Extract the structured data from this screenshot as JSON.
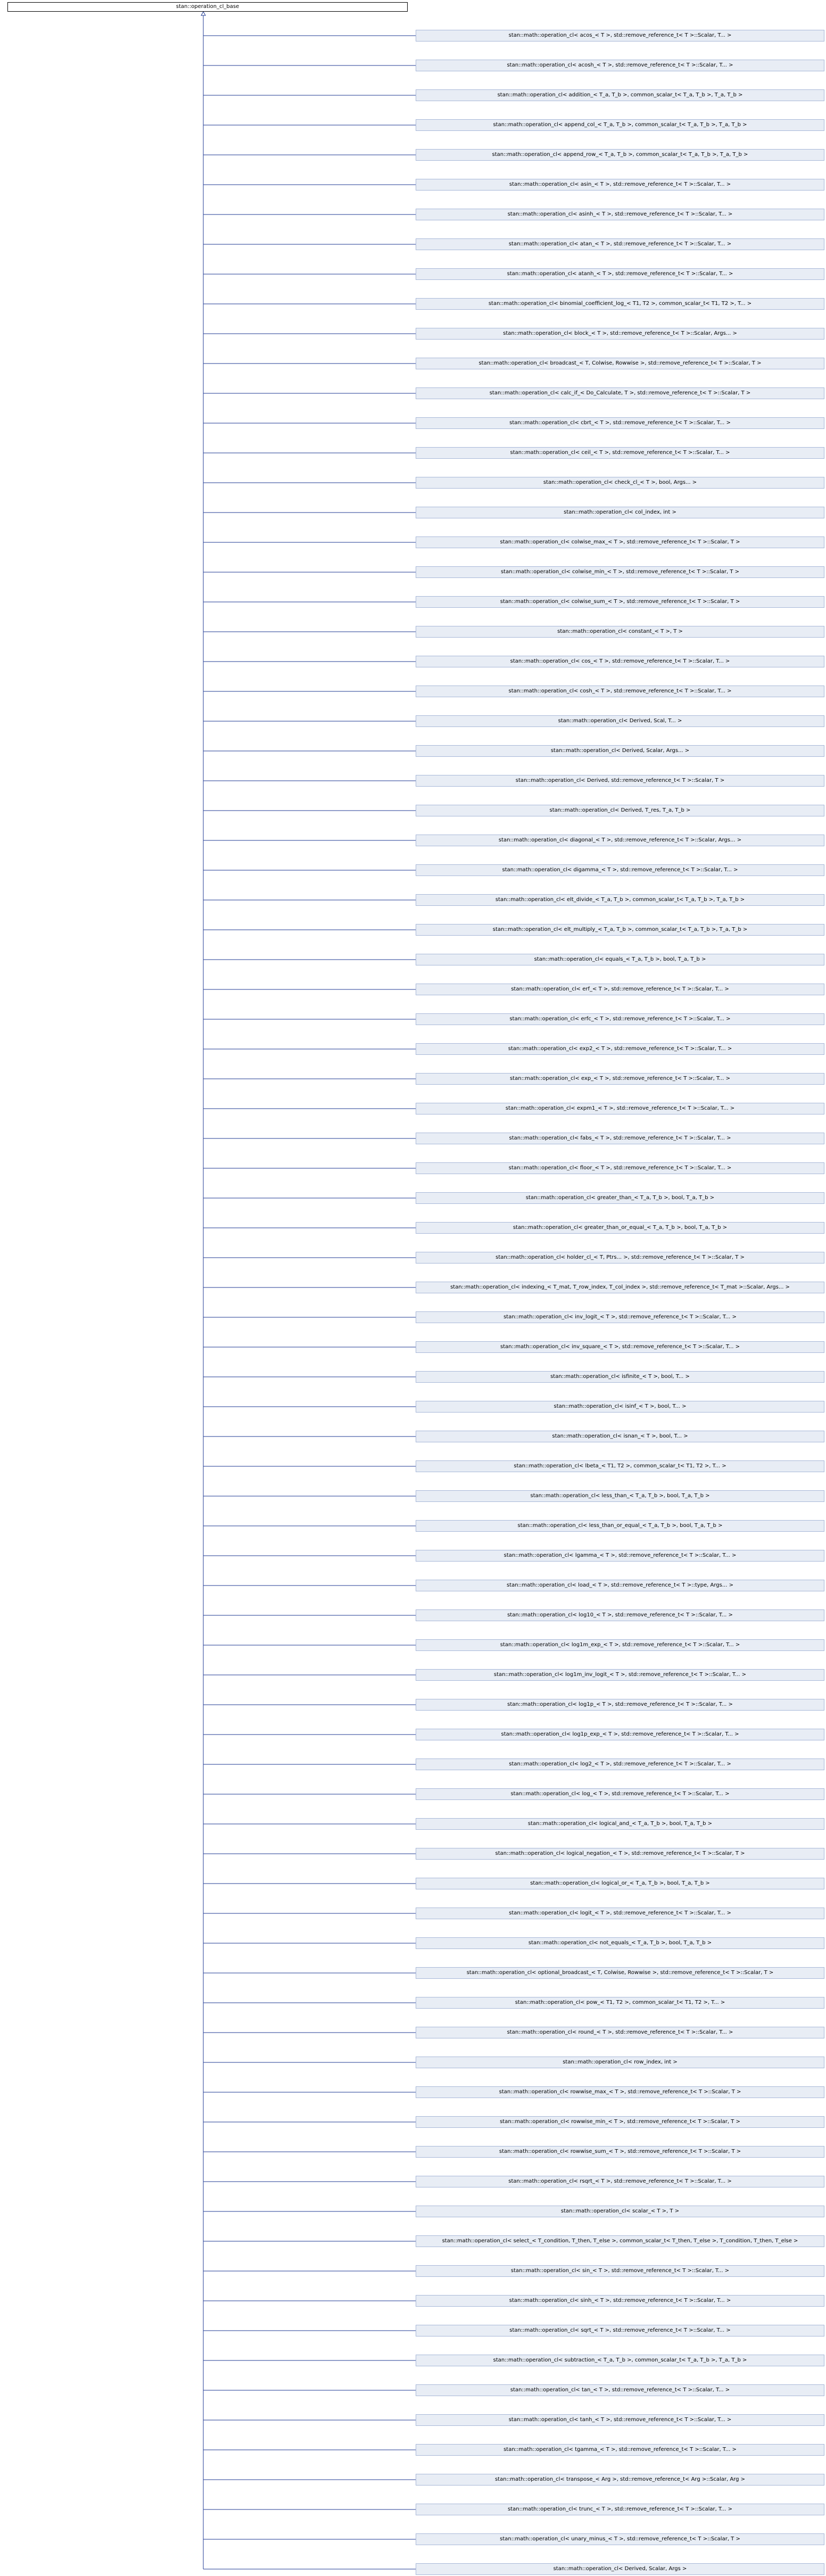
{
  "colors": {
    "edge": "#1f3a93",
    "node_fill": "#e8edf5",
    "node_border": "#a8b8d8",
    "root_border": "#000000"
  },
  "root": {
    "label": "stan::operation_cl_base"
  },
  "children": [
    "stan::math::operation_cl< acos_< T >, std::remove_reference_t< T >::Scalar, T... >",
    "stan::math::operation_cl< acosh_< T >, std::remove_reference_t< T >::Scalar, T... >",
    "stan::math::operation_cl< addition_< T_a, T_b >, common_scalar_t< T_a, T_b >, T_a, T_b >",
    "stan::math::operation_cl< append_col_< T_a, T_b >, common_scalar_t< T_a, T_b >, T_a, T_b >",
    "stan::math::operation_cl< append_row_< T_a, T_b >, common_scalar_t< T_a, T_b >, T_a, T_b >",
    "stan::math::operation_cl< asin_< T >, std::remove_reference_t< T >::Scalar, T... >",
    "stan::math::operation_cl< asinh_< T >, std::remove_reference_t< T >::Scalar, T... >",
    "stan::math::operation_cl< atan_< T >, std::remove_reference_t< T >::Scalar, T... >",
    "stan::math::operation_cl< atanh_< T >, std::remove_reference_t< T >::Scalar, T... >",
    "stan::math::operation_cl< binomial_coefficient_log_< T1, T2 >, common_scalar_t< T1, T2 >, T... >",
    "stan::math::operation_cl< block_< T >, std::remove_reference_t< T >::Scalar, Args... >",
    "stan::math::operation_cl< broadcast_< T, Colwise, Rowwise >, std::remove_reference_t< T >::Scalar, T >",
    "stan::math::operation_cl< calc_if_< Do_Calculate, T >, std::remove_reference_t< T >::Scalar, T >",
    "stan::math::operation_cl< cbrt_< T >, std::remove_reference_t< T >::Scalar, T... >",
    "stan::math::operation_cl< ceil_< T >, std::remove_reference_t< T >::Scalar, T... >",
    "stan::math::operation_cl< check_cl_< T >, bool, Args... >",
    "stan::math::operation_cl< col_index, int >",
    "stan::math::operation_cl< colwise_max_< T >, std::remove_reference_t< T >::Scalar, T >",
    "stan::math::operation_cl< colwise_min_< T >, std::remove_reference_t< T >::Scalar, T >",
    "stan::math::operation_cl< colwise_sum_< T >, std::remove_reference_t< T >::Scalar, T >",
    "stan::math::operation_cl< constant_< T >, T >",
    "stan::math::operation_cl< cos_< T >, std::remove_reference_t< T >::Scalar, T... >",
    "stan::math::operation_cl< cosh_< T >, std::remove_reference_t< T >::Scalar, T... >",
    "stan::math::operation_cl< Derived, Scal, T... >",
    "stan::math::operation_cl< Derived, Scalar, Args... >",
    "stan::math::operation_cl< Derived, std::remove_reference_t< T >::Scalar, T >",
    "stan::math::operation_cl< Derived, T_res, T_a, T_b >",
    "stan::math::operation_cl< diagonal_< T >, std::remove_reference_t< T >::Scalar, Args... >",
    "stan::math::operation_cl< digamma_< T >, std::remove_reference_t< T >::Scalar, T... >",
    "stan::math::operation_cl< elt_divide_< T_a, T_b >, common_scalar_t< T_a, T_b >, T_a, T_b >",
    "stan::math::operation_cl< elt_multiply_< T_a, T_b >, common_scalar_t< T_a, T_b >, T_a, T_b >",
    "stan::math::operation_cl< equals_< T_a, T_b >, bool, T_a, T_b >",
    "stan::math::operation_cl< erf_< T >, std::remove_reference_t< T >::Scalar, T... >",
    "stan::math::operation_cl< erfc_< T >, std::remove_reference_t< T >::Scalar, T... >",
    "stan::math::operation_cl< exp2_< T >, std::remove_reference_t< T >::Scalar, T... >",
    "stan::math::operation_cl< exp_< T >, std::remove_reference_t< T >::Scalar, T... >",
    "stan::math::operation_cl< expm1_< T >, std::remove_reference_t< T >::Scalar, T... >",
    "stan::math::operation_cl< fabs_< T >, std::remove_reference_t< T >::Scalar, T... >",
    "stan::math::operation_cl< floor_< T >, std::remove_reference_t< T >::Scalar, T... >",
    "stan::math::operation_cl< greater_than_< T_a, T_b >, bool, T_a, T_b >",
    "stan::math::operation_cl< greater_than_or_equal_< T_a, T_b >, bool, T_a, T_b >",
    "stan::math::operation_cl< holder_cl_< T, Ptrs... >, std::remove_reference_t< T >::Scalar, T >",
    "stan::math::operation_cl< indexing_< T_mat, T_row_index, T_col_index >, std::remove_reference_t< T_mat >::Scalar, Args... >",
    "stan::math::operation_cl< inv_logit_< T >, std::remove_reference_t< T >::Scalar, T... >",
    "stan::math::operation_cl< inv_square_< T >, std::remove_reference_t< T >::Scalar, T... >",
    "stan::math::operation_cl< isfinite_< T >, bool, T... >",
    "stan::math::operation_cl< isinf_< T >, bool, T... >",
    "stan::math::operation_cl< isnan_< T >, bool, T... >",
    "stan::math::operation_cl< lbeta_< T1, T2 >, common_scalar_t< T1, T2 >, T... >",
    "stan::math::operation_cl< less_than_< T_a, T_b >, bool, T_a, T_b >",
    "stan::math::operation_cl< less_than_or_equal_< T_a, T_b >, bool, T_a, T_b >",
    "stan::math::operation_cl< lgamma_< T >, std::remove_reference_t< T >::Scalar, T... >",
    "stan::math::operation_cl< load_< T >, std::remove_reference_t< T >::type, Args... >",
    "stan::math::operation_cl< log10_< T >, std::remove_reference_t< T >::Scalar, T... >",
    "stan::math::operation_cl< log1m_exp_< T >, std::remove_reference_t< T >::Scalar, T... >",
    "stan::math::operation_cl< log1m_inv_logit_< T >, std::remove_reference_t< T >::Scalar, T... >",
    "stan::math::operation_cl< log1p_< T >, std::remove_reference_t< T >::Scalar, T... >",
    "stan::math::operation_cl< log1p_exp_< T >, std::remove_reference_t< T >::Scalar, T... >",
    "stan::math::operation_cl< log2_< T >, std::remove_reference_t< T >::Scalar, T... >",
    "stan::math::operation_cl< log_< T >, std::remove_reference_t< T >::Scalar, T... >",
    "stan::math::operation_cl< logical_and_< T_a, T_b >, bool, T_a, T_b >",
    "stan::math::operation_cl< logical_negation_< T >, std::remove_reference_t< T >::Scalar, T >",
    "stan::math::operation_cl< logical_or_< T_a, T_b >, bool, T_a, T_b >",
    "stan::math::operation_cl< logit_< T >, std::remove_reference_t< T >::Scalar, T... >",
    "stan::math::operation_cl< not_equals_< T_a, T_b >, bool, T_a, T_b >",
    "stan::math::operation_cl< optional_broadcast_< T, Colwise, Rowwise >, std::remove_reference_t< T >::Scalar, T >",
    "stan::math::operation_cl< pow_< T1, T2 >, common_scalar_t< T1, T2 >, T... >",
    "stan::math::operation_cl< round_< T >, std::remove_reference_t< T >::Scalar, T... >",
    "stan::math::operation_cl< row_index, int >",
    "stan::math::operation_cl< rowwise_max_< T >, std::remove_reference_t< T >::Scalar, T >",
    "stan::math::operation_cl< rowwise_min_< T >, std::remove_reference_t< T >::Scalar, T >",
    "stan::math::operation_cl< rowwise_sum_< T >, std::remove_reference_t< T >::Scalar, T >",
    "stan::math::operation_cl< rsqrt_< T >, std::remove_reference_t< T >::Scalar, T... >",
    "stan::math::operation_cl< scalar_< T >, T >",
    "stan::math::operation_cl< select_< T_condition, T_then, T_else >, common_scalar_t< T_then, T_else >, T_condition, T_then, T_else >",
    "stan::math::operation_cl< sin_< T >, std::remove_reference_t< T >::Scalar, T... >",
    "stan::math::operation_cl< sinh_< T >, std::remove_reference_t< T >::Scalar, T... >",
    "stan::math::operation_cl< sqrt_< T >, std::remove_reference_t< T >::Scalar, T... >",
    "stan::math::operation_cl< subtraction_< T_a, T_b >, common_scalar_t< T_a, T_b >, T_a, T_b >",
    "stan::math::operation_cl< tan_< T >, std::remove_reference_t< T >::Scalar, T... >",
    "stan::math::operation_cl< tanh_< T >, std::remove_reference_t< T >::Scalar, T... >",
    "stan::math::operation_cl< tgamma_< T >, std::remove_reference_t< T >::Scalar, T... >",
    "stan::math::operation_cl< transpose_< Arg >, std::remove_reference_t< Arg >::Scalar, Arg >",
    "stan::math::operation_cl< trunc_< T >, std::remove_reference_t< T >::Scalar, T... >",
    "stan::math::operation_cl< unary_minus_< T >, std::remove_reference_t< T >::Scalar, T >",
    "stan::math::operation_cl< Derived, Scalar, Args >"
  ]
}
